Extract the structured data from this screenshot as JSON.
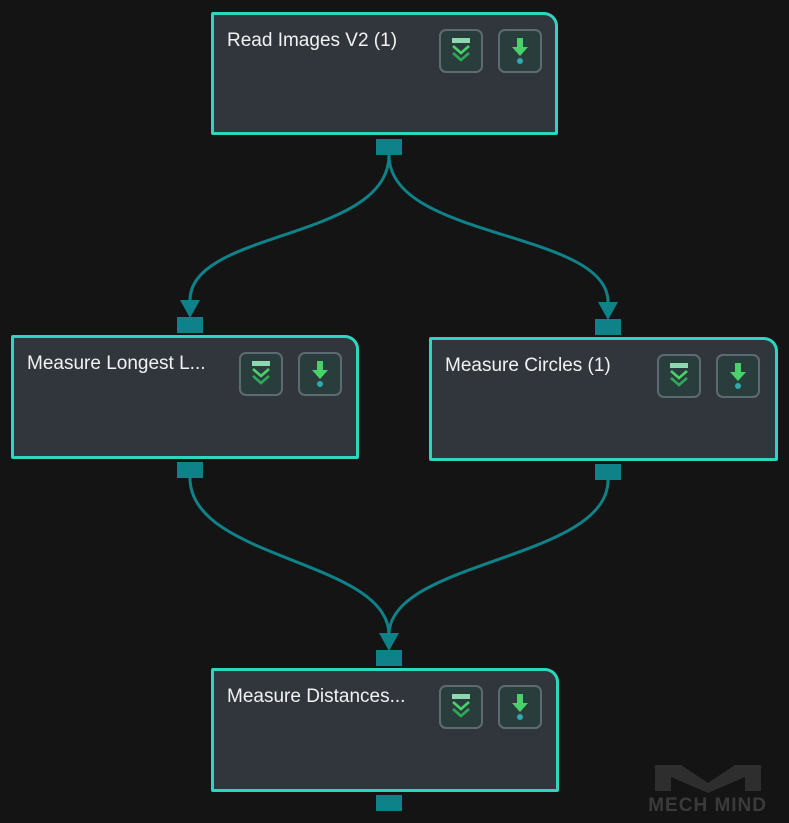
{
  "nodes": {
    "read_images": {
      "title": "Read Images V2 (1)"
    },
    "measure_lines": {
      "title": "Measure Longest L..."
    },
    "measure_circles": {
      "title": "Measure Circles (1)"
    },
    "measure_distances": {
      "title": "Measure Distances..."
    }
  },
  "icons": {
    "expand": "expand-chevrons-icon",
    "debug_output": "debug-output-icon"
  },
  "colors": {
    "background": "#141414",
    "node_fill": "#31363c",
    "node_border": "#2fd6bf",
    "port": "#0f8289",
    "connection": "#0f8289",
    "icon_green": "#49d26a"
  },
  "watermark": "MECH MIND"
}
